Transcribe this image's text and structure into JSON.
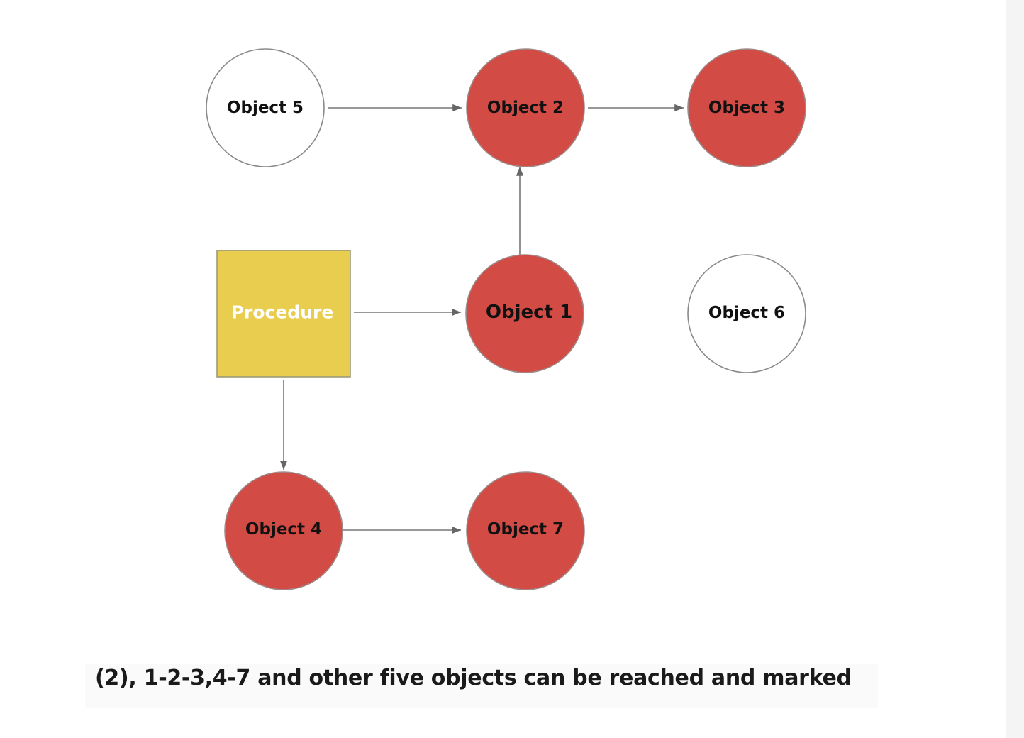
{
  "colors": {
    "marked": "#d24b44",
    "unmarked": "#ffffff",
    "procedure": "#e9cd4f",
    "edge": "#666666"
  },
  "nodes": {
    "object1": {
      "label": "Object 1",
      "marked": true
    },
    "object2": {
      "label": "Object 2",
      "marked": true
    },
    "object3": {
      "label": "Object 3",
      "marked": true
    },
    "object4": {
      "label": "Object 4",
      "marked": true
    },
    "object5": {
      "label": "Object 5",
      "marked": false
    },
    "object6": {
      "label": "Object 6",
      "marked": false
    },
    "object7": {
      "label": "Object 7",
      "marked": true
    },
    "procedure": {
      "label": "Procedure"
    }
  },
  "edges": [
    {
      "from": "Object 5",
      "to": "Object 2"
    },
    {
      "from": "Object 2",
      "to": "Object 3"
    },
    {
      "from": "Object 1",
      "to": "Object 2"
    },
    {
      "from": "Procedure",
      "to": "Object 1"
    },
    {
      "from": "Procedure",
      "to": "Object 4"
    },
    {
      "from": "Object 4",
      "to": "Object 7"
    }
  ],
  "caption": "(2), 1-2-3,4-7 and other five objects can be reached and marked"
}
